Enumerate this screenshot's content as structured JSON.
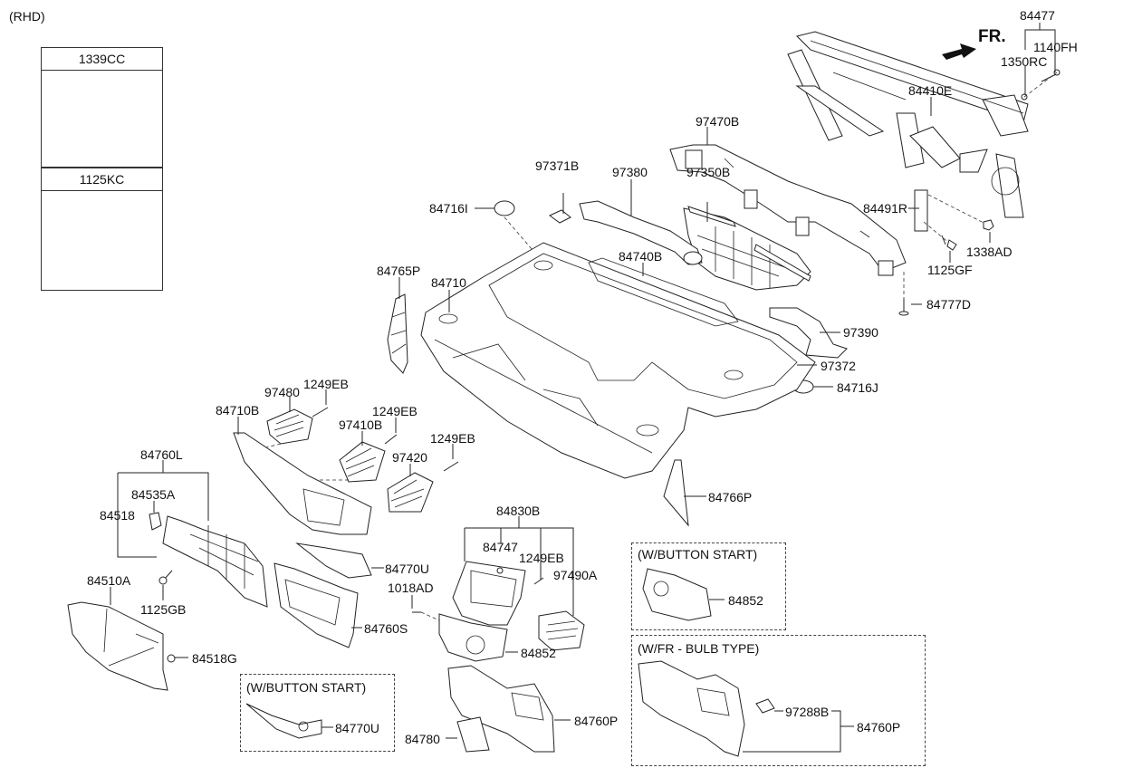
{
  "header": {
    "variant": "(RHD)",
    "front_marker": "FR."
  },
  "legend": [
    {
      "part_no": "1339CC",
      "icon": "hex-nut-icon"
    },
    {
      "part_no": "1125KC",
      "icon": "flange-bolt-icon"
    }
  ],
  "labels": {
    "p84477": "84477",
    "p1140FH": "1140FH",
    "p1350RC": "1350RC",
    "p84410E": "84410E",
    "p97470B": "97470B",
    "p84491R": "84491R",
    "p1338AD": "1338AD",
    "p1125GF": "1125GF",
    "p84777D": "84777D",
    "p97371B": "97371B",
    "p97380": "97380",
    "p97350B": "97350B",
    "p84716I": "84716I",
    "p84740B": "84740B",
    "p84765P": "84765P",
    "p84710": "84710",
    "p97390": "97390",
    "p97372": "97372",
    "p84716J": "84716J",
    "p97480": "97480",
    "p1249EB_a": "1249EB",
    "p84710B": "84710B",
    "p1249EB_b": "1249EB",
    "p97410B": "97410B",
    "p1249EB_c": "1249EB",
    "p97420": "97420",
    "p84760L": "84760L",
    "p84535A": "84535A",
    "p84518": "84518",
    "p84766P": "84766P",
    "p84830B": "84830B",
    "p84747": "84747",
    "p1249EB_d": "1249EB",
    "p97490A": "97490A",
    "p1018AD": "1018AD",
    "p84770U": "84770U",
    "p1125GB": "1125GB",
    "p84510A": "84510A",
    "p84760S": "84760S",
    "p84852": "84852",
    "p84518G": "84518G",
    "p84780": "84780",
    "p84760P": "84760P"
  },
  "option_boxes": {
    "button_start_cluster": {
      "title": "(W/BUTTON START)",
      "part": "84852"
    },
    "fr_bulb_type": {
      "title": "(W/FR - BULB TYPE)",
      "parts": [
        "97288B",
        "84760P"
      ]
    },
    "button_start_trim": {
      "title": "(W/BUTTON START)",
      "part": "84770U"
    }
  }
}
